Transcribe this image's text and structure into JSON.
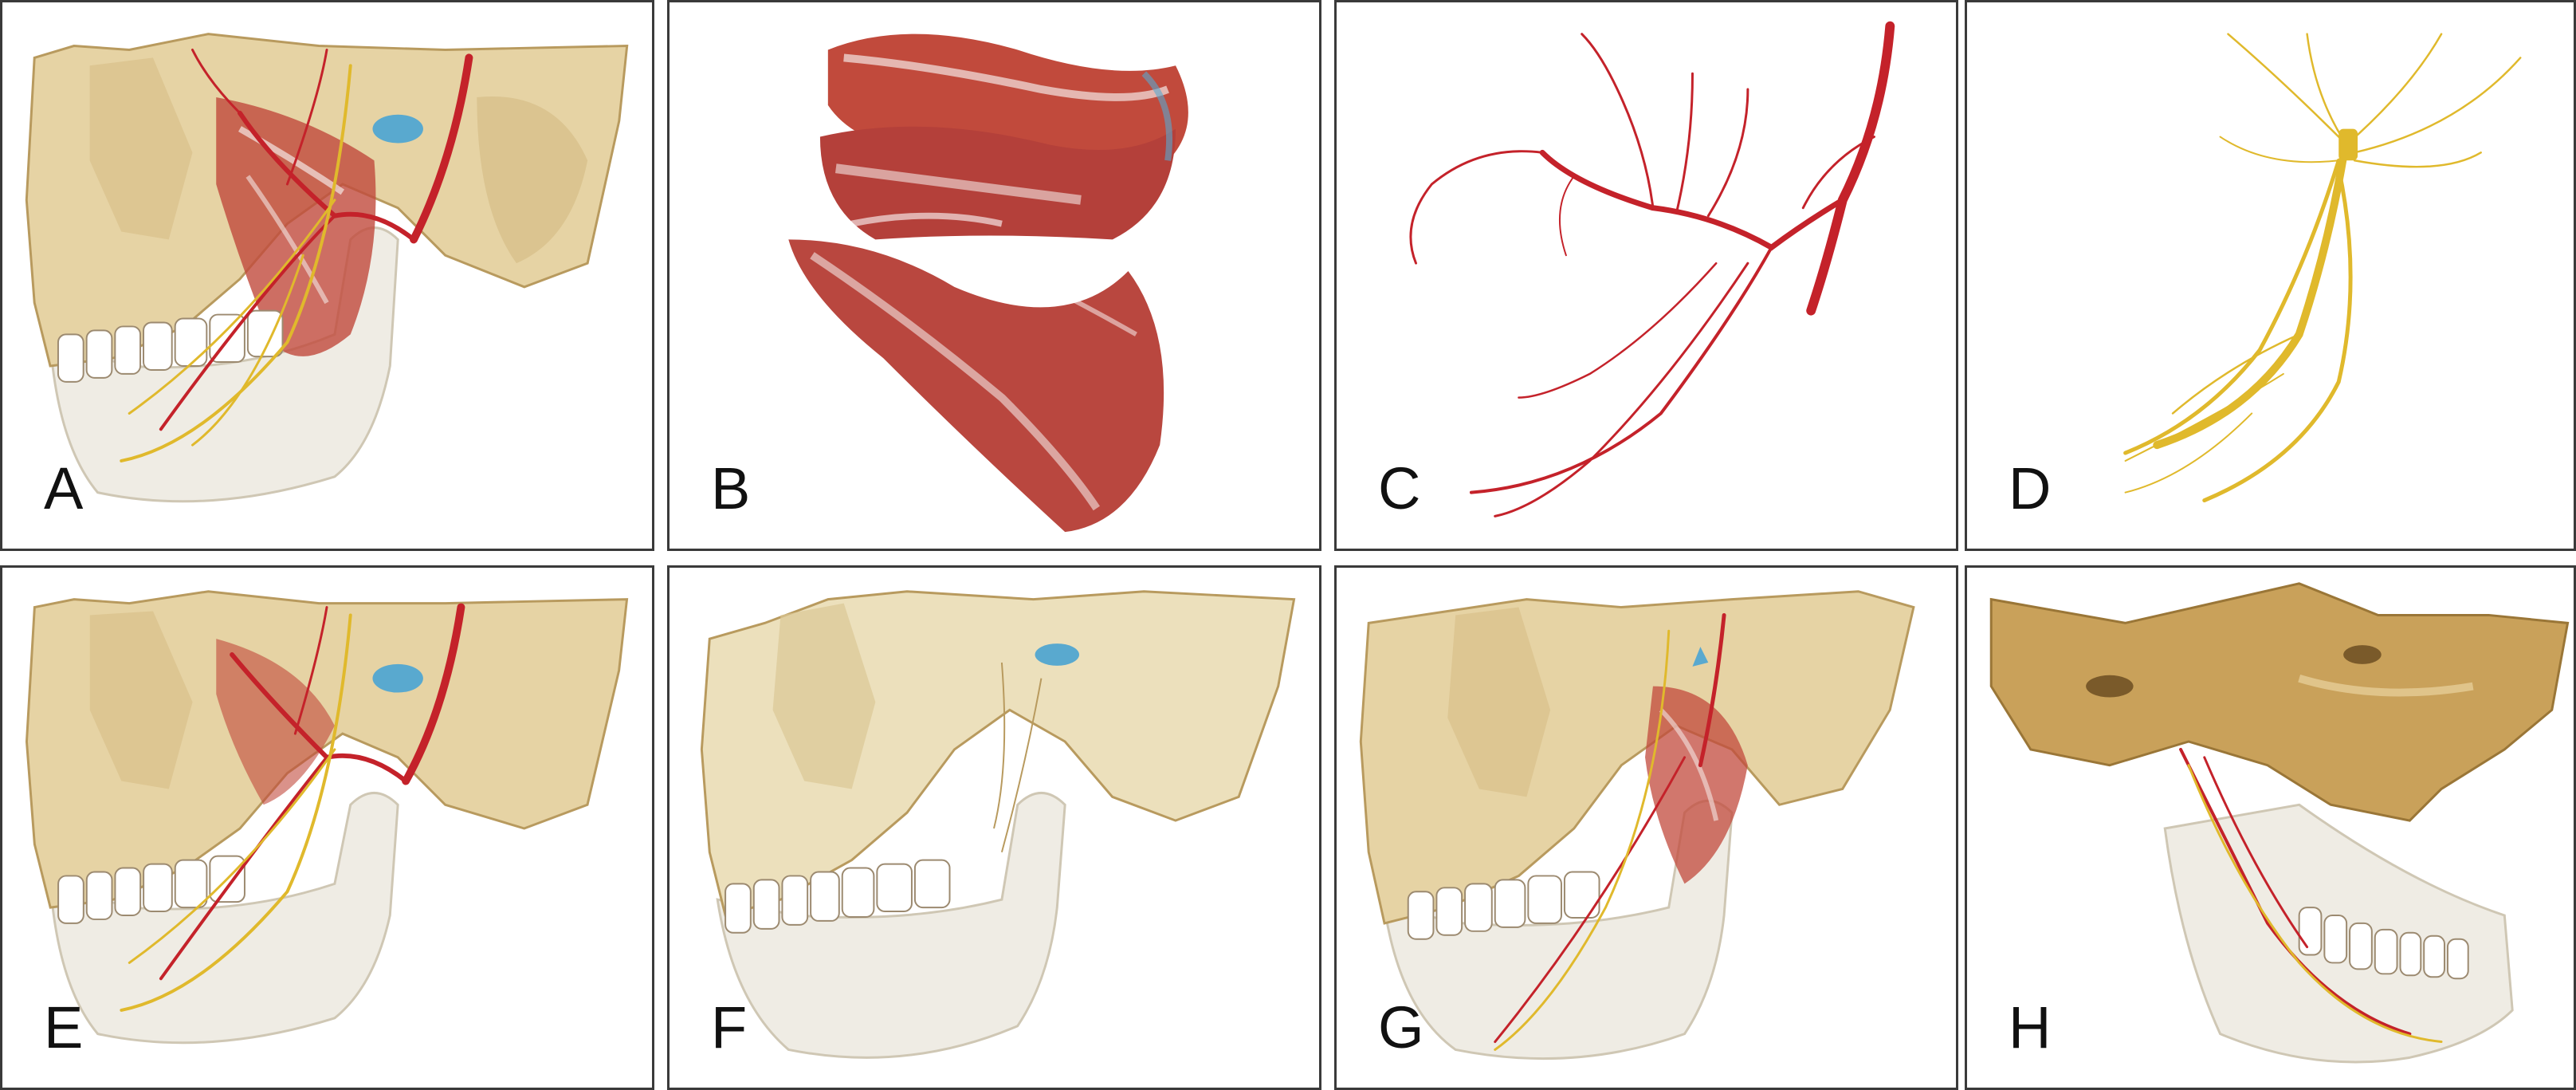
{
  "panels": [
    {
      "id": "A",
      "label": "A"
    },
    {
      "id": "B",
      "label": "B"
    },
    {
      "id": "C",
      "label": "C"
    },
    {
      "id": "D",
      "label": "D"
    },
    {
      "id": "E",
      "label": "E"
    },
    {
      "id": "F",
      "label": "F"
    },
    {
      "id": "G",
      "label": "G"
    },
    {
      "id": "H",
      "label": "H"
    }
  ],
  "colors": {
    "bone": "#e6d3a4",
    "bone_shadow": "#b89a5e",
    "jaw_translucent": "#efece4",
    "muscle": "#c14a3c",
    "muscle_highlight": "#f4e6e2",
    "artery": "#c4222a",
    "nerve": "#e0b92c",
    "cartilage": "#59a9cf",
    "border": "#3a3a3a"
  },
  "icons": {
    "skull": "skull-illustration",
    "muscle": "muscle-illustration",
    "artery": "artery-tree-illustration",
    "nerve": "nerve-tree-illustration"
  }
}
